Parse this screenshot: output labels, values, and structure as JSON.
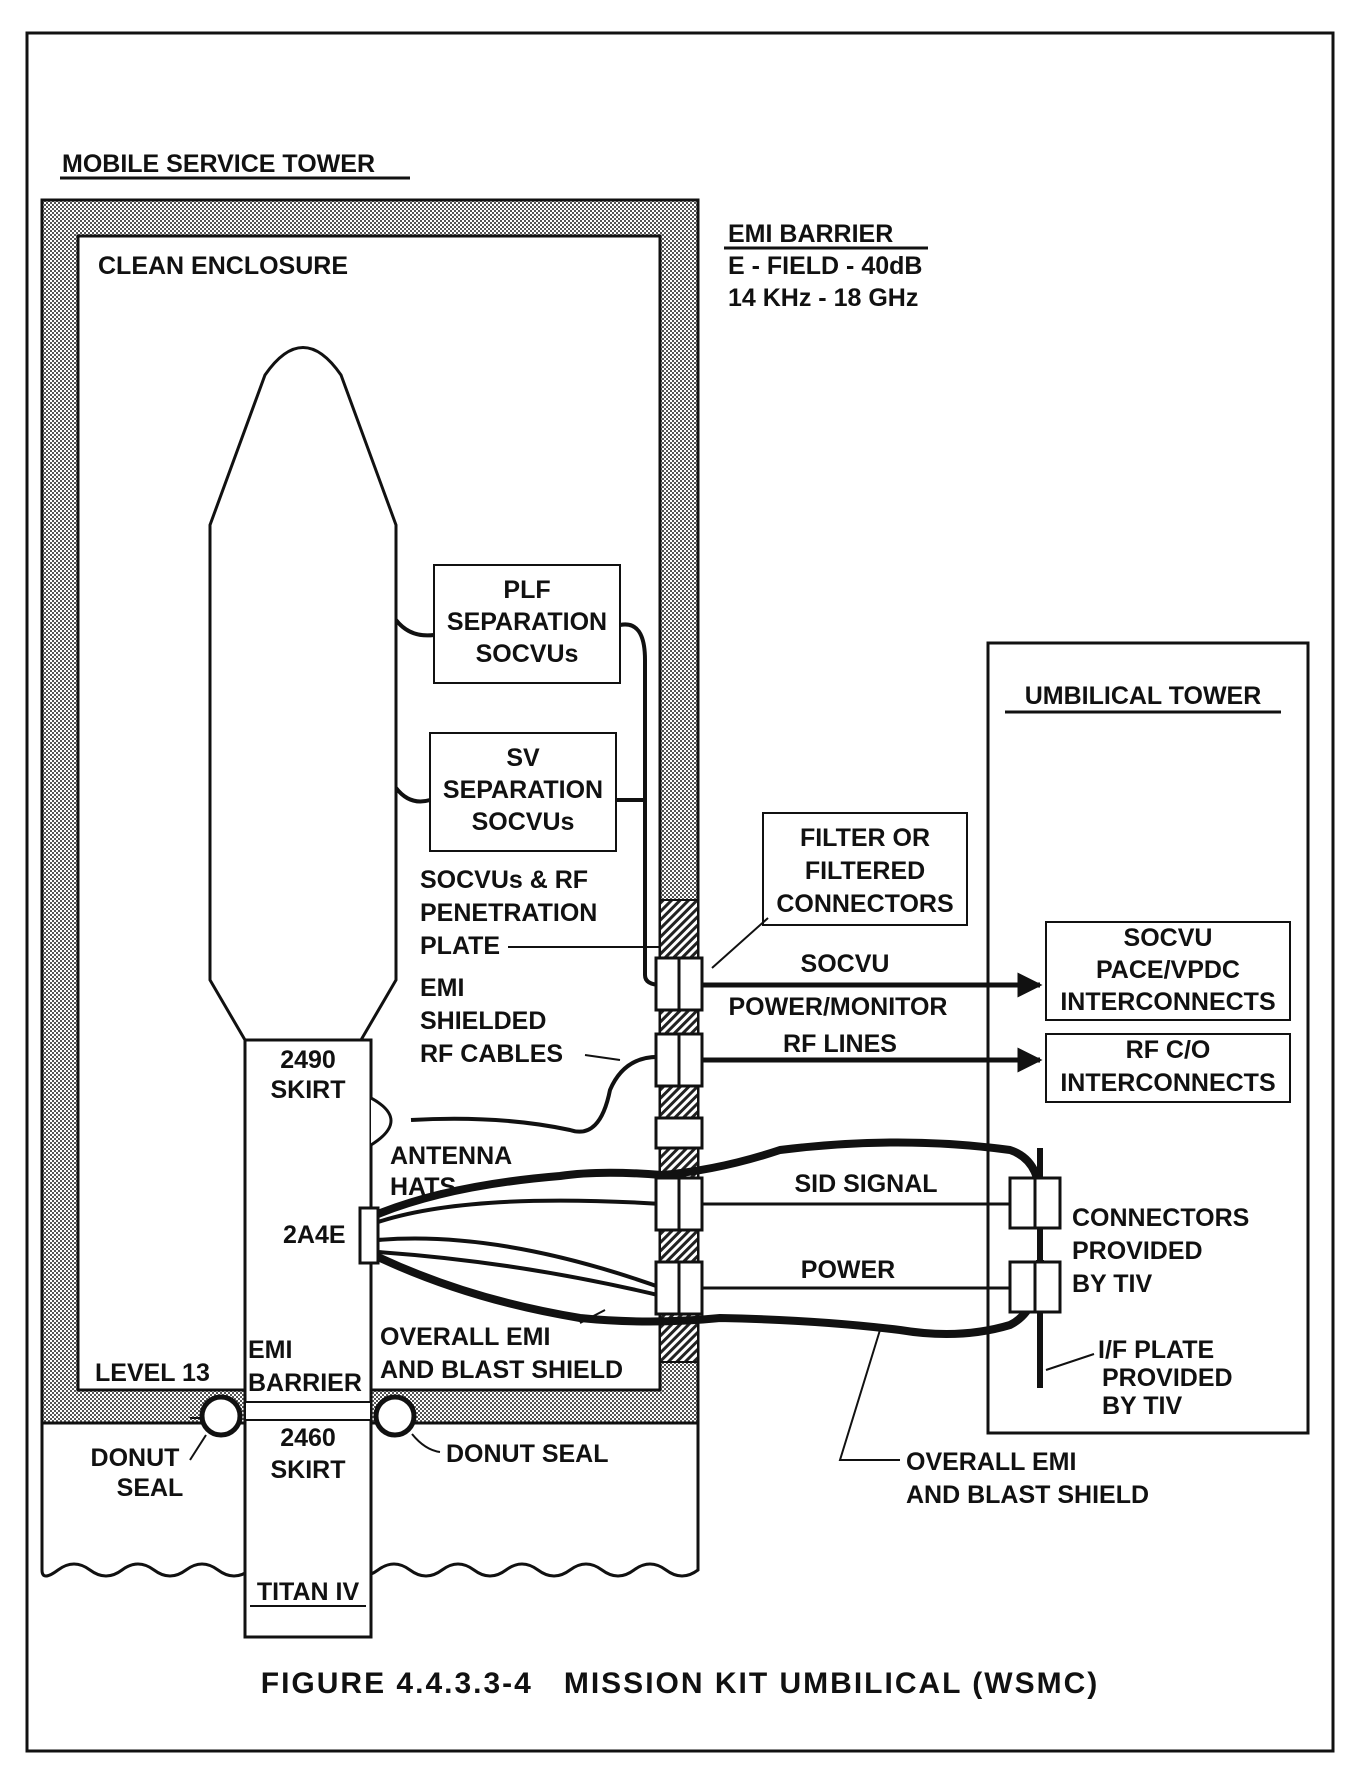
{
  "labels": {
    "mobile_service_tower": "MOBILE SERVICE TOWER",
    "clean_enclosure": "CLEAN ENCLOSURE",
    "emi_barrier_title": "EMI BARRIER",
    "emi_barrier_line2": "E - FIELD - 40dB",
    "emi_barrier_line3": "14 KHz - 18 GHz",
    "plf_sep": [
      "PLF",
      "SEPARATION",
      "SOCVUs"
    ],
    "sv_sep": [
      "SV",
      "SEPARATION",
      "SOCVUs"
    ],
    "filter": [
      "FILTER OR",
      "FILTERED",
      "CONNECTORS"
    ],
    "penetration_plate": [
      "SOCVUs & RF",
      "PENETRATION",
      "PLATE"
    ],
    "emi_shielded": [
      "EMI",
      "SHIELDED",
      "RF CABLES"
    ],
    "socvu": "SOCVU",
    "power_monitor": "POWER/MONITOR",
    "rf_lines": "RF LINES",
    "umbilical_tower": "UMBILICAL TOWER",
    "socvu_pace": [
      "SOCVU",
      "PACE/VPDC",
      "INTERCONNECTS"
    ],
    "rf_co": [
      "RF C/O",
      "INTERCONNECTS"
    ],
    "skirt_2490": [
      "2490",
      "SKIRT"
    ],
    "antenna_hats": [
      "ANTENNA",
      "HATS"
    ],
    "conn_2a4e": "2A4E",
    "sid_signal": "SID SIGNAL",
    "power": "POWER",
    "connectors_tiv": [
      "CONNECTORS",
      "PROVIDED",
      "BY TIV"
    ],
    "overall_emi_inner": [
      "OVERALL EMI",
      "AND BLAST SHIELD"
    ],
    "level_13": "LEVEL 13",
    "emi_barrier_skirt": [
      "EMI",
      "BARRIER"
    ],
    "skirt_2460": [
      "2460",
      "SKIRT"
    ],
    "donut_seal_left": [
      "DONUT",
      "SEAL"
    ],
    "donut_seal_right": "DONUT SEAL",
    "if_plate": [
      "I/F PLATE",
      "PROVIDED",
      "BY TIV"
    ],
    "overall_emi_outer": [
      "OVERALL EMI",
      "AND BLAST SHIELD"
    ],
    "titan_iv": "TITAN IV",
    "figure_caption": "FIGURE 4.4.3.3-4   MISSION KIT UMBILICAL (WSMC)"
  }
}
